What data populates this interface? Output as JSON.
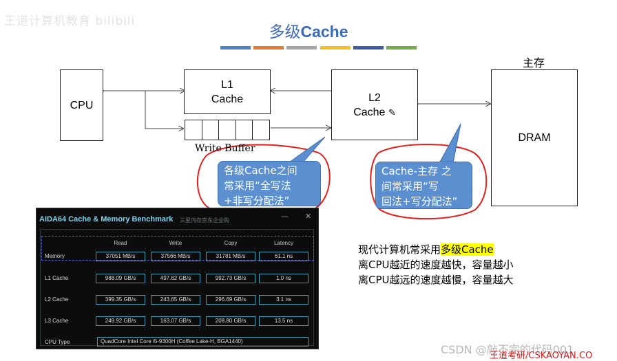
{
  "watermark": {
    "text": "王道计算机教育 bilibili"
  },
  "slide": {
    "title_cn": "多级",
    "title_en": "Cache",
    "color_bars": [
      "#4f82c0",
      "#e07b39",
      "#a5a5a5",
      "#f2c12e",
      "#3f5ca6",
      "#70ad47"
    ]
  },
  "diagram": {
    "cpu": "CPU",
    "l1_line1": "L1",
    "l1_line2": "Cache",
    "l2_line1": "L2",
    "l2_line2": "Cache",
    "dram": "DRAM",
    "main_memory_label": "主存",
    "write_buffer_label": "Write Buffer",
    "pencil_icon": "pencil-icon"
  },
  "callouts": {
    "left": [
      "各级Cache之间",
      "常采用“全写法",
      "+非写分配法”"
    ],
    "right": [
      "Cache-主存 之",
      "间常采用“写",
      "回法+写分配法”"
    ]
  },
  "aida": {
    "title": "AIDA64 Cache & Memory Benchmark",
    "subtitle": "三星内存京东企业购",
    "minimize": "—",
    "close": "✕",
    "headers": [
      "Read",
      "Write",
      "Copy",
      "Latency"
    ],
    "rows": [
      {
        "label": "Memory",
        "values": [
          "37051 MB/s",
          "37566 MB/s",
          "31781 MB/s",
          "61.1 ns"
        ]
      },
      {
        "label": "L1 Cache",
        "values": [
          "988.09 GB/s",
          "497.62 GB/s",
          "992.73 GB/s",
          "1.0 ns"
        ]
      },
      {
        "label": "L2 Cache",
        "values": [
          "399.35 GB/s",
          "243.65 GB/s",
          "296.69 GB/s",
          "3.1 ns"
        ]
      },
      {
        "label": "L3 Cache",
        "values": [
          "249.92 GB/s",
          "163.07 GB/s",
          "208.80 GB/s",
          "13.5 ns"
        ]
      }
    ],
    "cpu_type_label": "CPU Type",
    "cpu_type_value": "QuadCore Intel Core i5-9300H  (Coffee Lake-H, BGA1440)"
  },
  "notes": {
    "line1_prefix": "现代计算机常采用",
    "line1_highlight": "多级Cache",
    "line2": "离CPU越近的速度越快，容量越小",
    "line3": "离CPU越远的速度越慢，容量越大"
  },
  "footer": {
    "csdn": "CSDN @敲不完的代码001",
    "kaoyan": "王道考研/CSKAOYAN.CO"
  }
}
